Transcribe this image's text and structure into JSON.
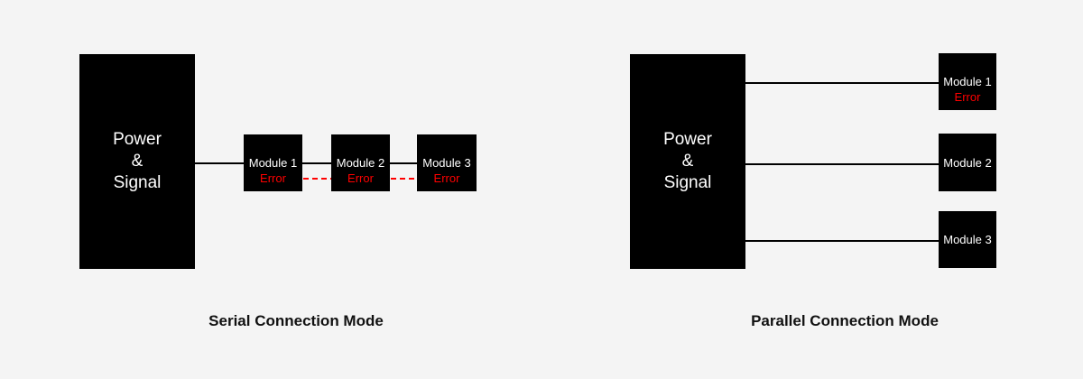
{
  "colors": {
    "background": "#f4f4f4",
    "box_fill": "#000000",
    "box_text": "#ffffff",
    "error_text": "#ff0000",
    "error_wire": "#ff0000",
    "wire": "#000000",
    "caption_text": "#111111"
  },
  "serial": {
    "title": "Serial Connection Mode",
    "power": {
      "lines": [
        "Power",
        "&",
        "Signal"
      ]
    },
    "modules": [
      {
        "label": "Module 1",
        "status": "Error"
      },
      {
        "label": "Module 2",
        "status": "Error"
      },
      {
        "label": "Module 3",
        "status": "Error"
      }
    ]
  },
  "parallel": {
    "title": "Parallel Connection Mode",
    "power": {
      "lines": [
        "Power",
        "&",
        "Signal"
      ]
    },
    "modules": [
      {
        "label": "Module 1",
        "status": "Error"
      },
      {
        "label": "Module 2",
        "status": ""
      },
      {
        "label": "Module 3",
        "status": ""
      }
    ]
  }
}
